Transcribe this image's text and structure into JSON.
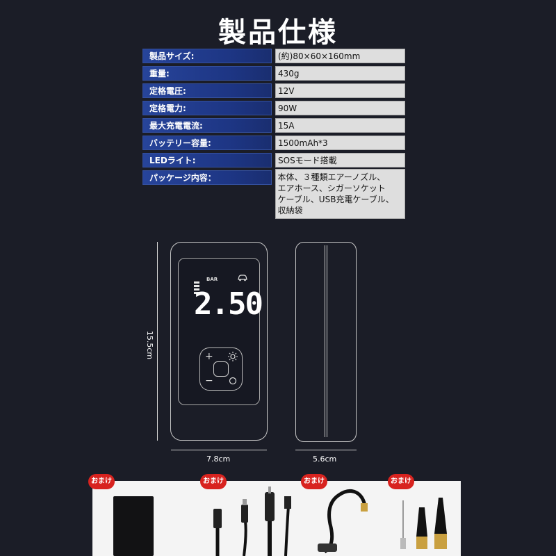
{
  "title": "製品仕様",
  "specs": [
    {
      "label": "製品サイズ:",
      "value": "(約)80×60×160mm"
    },
    {
      "label": "重量:",
      "value": "430g"
    },
    {
      "label": "定格電圧:",
      "value": "12V"
    },
    {
      "label": "定格電力:",
      "value": "90W"
    },
    {
      "label": "最大充電電流:",
      "value": "15A"
    },
    {
      "label": "バッテリー容量:",
      "value": "1500mAh*3"
    },
    {
      "label": "LEDライト:",
      "value": "SOSモード搭載"
    },
    {
      "label": "パッケージ内容：",
      "value": "本体、３種類エアーノズル、\n エアホース、シガーソケット\nケーブル、USB充電ケーブル、\n 収納袋"
    }
  ],
  "device": {
    "unit": "BAR",
    "reading": "2.50",
    "height_label": "15.5cm",
    "width_label": "7.8cm",
    "depth_label": "5.6cm"
  },
  "bonus_label": "おまけ",
  "colors": {
    "header_blue": "#1d3583",
    "badge_red": "#d8231f",
    "background": "#1b1d27"
  }
}
